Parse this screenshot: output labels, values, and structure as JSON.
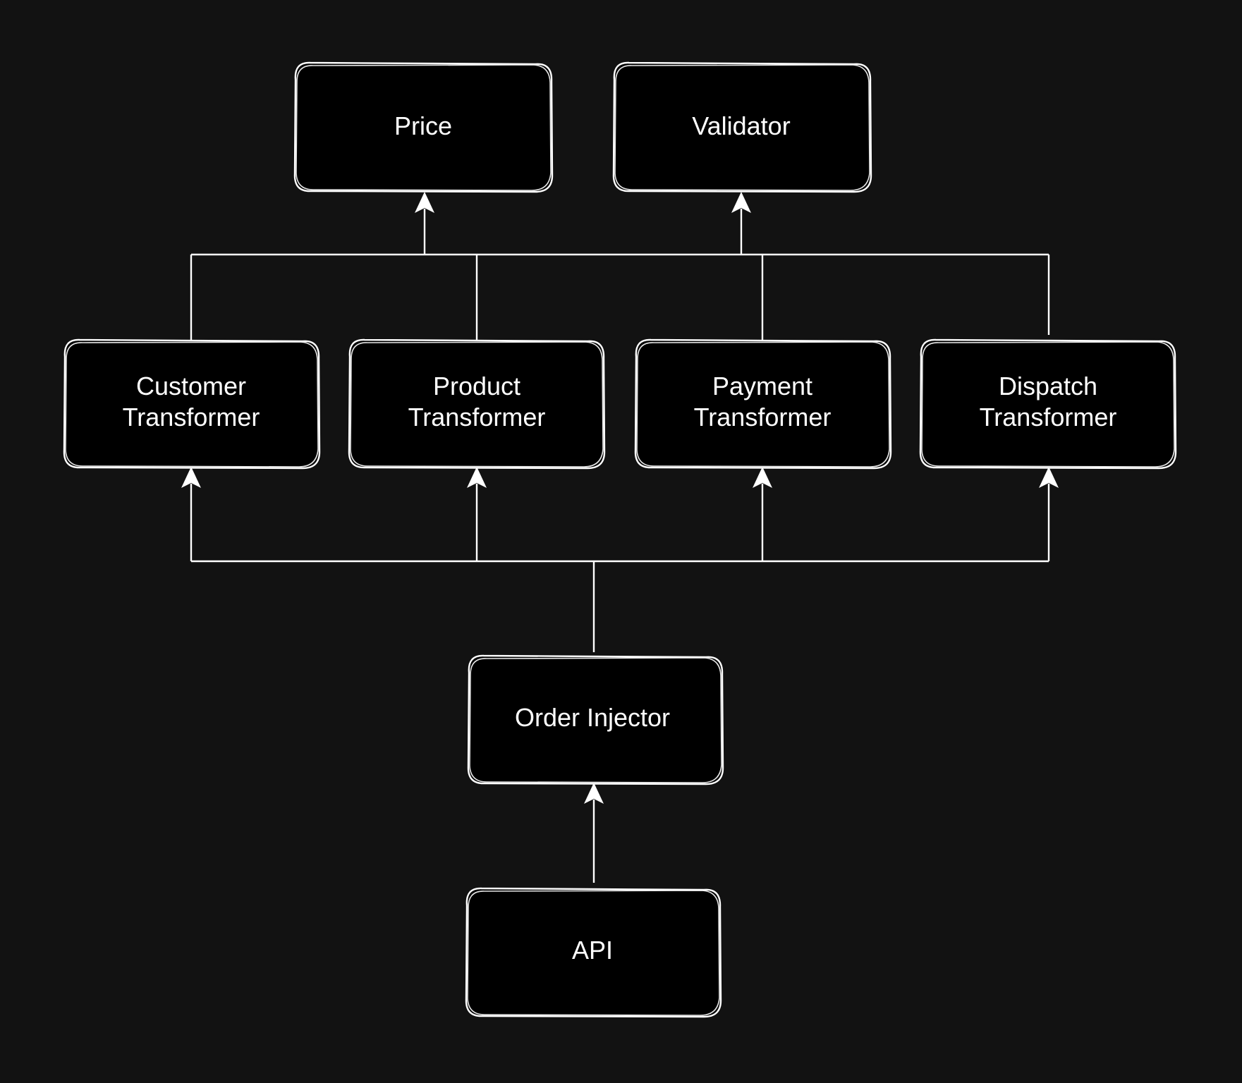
{
  "colors": {
    "background": "#121212",
    "node_fill": "#000000",
    "stroke": "#ffffff",
    "text": "#ffffff"
  },
  "nodes": [
    {
      "id": "price",
      "lines": [
        "Price"
      ]
    },
    {
      "id": "validator",
      "lines": [
        "Validator"
      ]
    },
    {
      "id": "customer-transformer",
      "lines": [
        "Customer",
        "Transformer"
      ]
    },
    {
      "id": "product-transformer",
      "lines": [
        "Product",
        "Transformer"
      ]
    },
    {
      "id": "payment-transformer",
      "lines": [
        "Payment",
        "Transformer"
      ]
    },
    {
      "id": "dispatch-transformer",
      "lines": [
        "Dispatch",
        "Transformer"
      ]
    },
    {
      "id": "order-injector",
      "lines": [
        "Order Injector"
      ]
    },
    {
      "id": "api",
      "lines": [
        "API"
      ]
    }
  ],
  "edges": [
    {
      "from": "api",
      "to": "order-injector"
    },
    {
      "from": "order-injector",
      "to": "customer-transformer"
    },
    {
      "from": "order-injector",
      "to": "product-transformer"
    },
    {
      "from": "order-injector",
      "to": "payment-transformer"
    },
    {
      "from": "order-injector",
      "to": "dispatch-transformer"
    },
    {
      "from": "customer-transformer",
      "to": "price"
    },
    {
      "from": "product-transformer",
      "to": "price"
    },
    {
      "from": "payment-transformer",
      "to": "validator"
    },
    {
      "from": "dispatch-transformer",
      "to": "validator"
    }
  ]
}
